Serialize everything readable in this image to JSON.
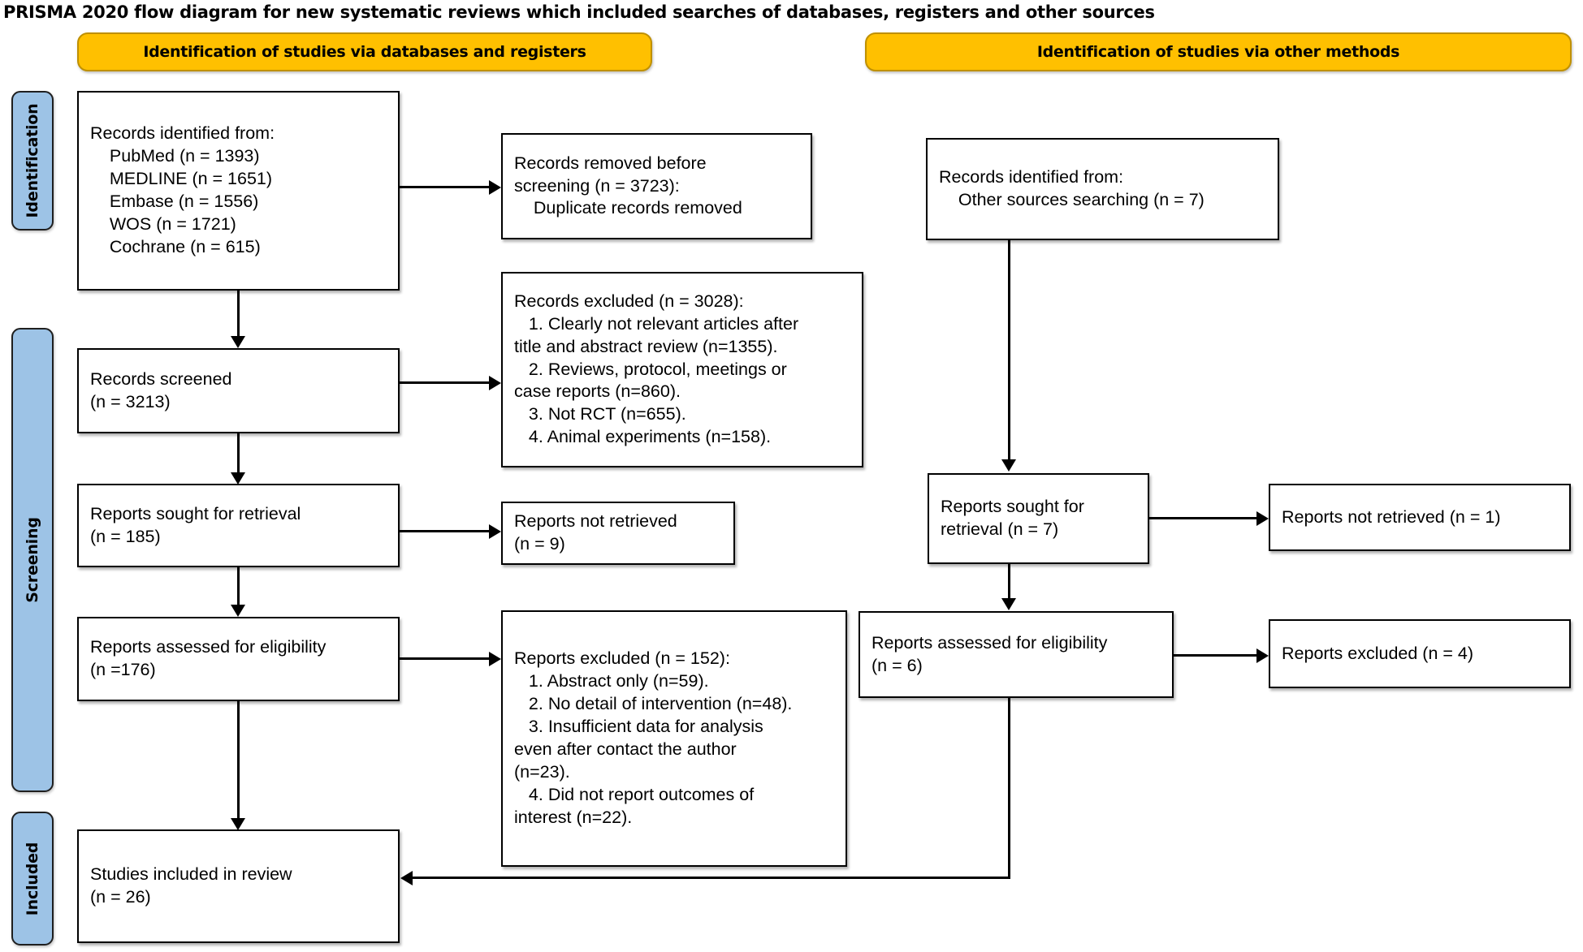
{
  "title": "PRISMA 2020 flow diagram for new systematic reviews which included searches of databases, registers and other sources",
  "colors": {
    "banner_fill": "#FFC000",
    "banner_border": "#BF9000",
    "stage_fill": "#9DC3E6",
    "stage_border": "#1F1F1F",
    "box_border": "#000000",
    "page_background": "#FFFFFF"
  },
  "banners": {
    "databases": "Identification of studies via databases and registers",
    "other_methods": "Identification of studies via other methods"
  },
  "stages": {
    "identification": "Identification",
    "screening": "Screening",
    "included": "Included"
  },
  "boxes": {
    "records_identified": "Records identified from:\n    PubMed (n = 1393)\n    MEDLINE (n = 1651)\n    Embase (n = 1556)\n    WOS (n = 1721)\n    Cochrane (n = 615)",
    "records_removed": "Records removed before\nscreening (n = 3723):\n    Duplicate records removed",
    "records_screened": "Records screened\n(n = 3213)",
    "records_excluded": "Records excluded (n = 3028):\n   1. Clearly not relevant articles after\ntitle and abstract review (n=1355).\n   2. Reviews, protocol, meetings or\ncase reports (n=860).\n   3. Not RCT (n=655).\n   4. Animal experiments (n=158).",
    "reports_sought": "Reports sought for retrieval\n(n = 185)",
    "reports_not_retrieved": "Reports not retrieved\n(n = 9)",
    "reports_assessed": "Reports assessed for eligibility\n(n =176)",
    "reports_excluded": "Reports excluded (n = 152):\n   1. Abstract only (n=59).\n   2. No detail of intervention (n=48).\n   3. Insufficient data for analysis\neven after contact the author\n(n=23).\n   4. Did not report outcomes of\ninterest (n=22).",
    "studies_included": "Studies included in review\n(n = 26)",
    "other_records_identified": "Records identified from:\n    Other sources searching (n = 7)",
    "other_reports_sought": "Reports sought for\nretrieval (n = 7)",
    "other_reports_not_retrieved": "Reports not retrieved (n = 1)",
    "other_reports_assessed": "Reports assessed for eligibility\n(n = 6)",
    "other_reports_excluded": "Reports excluded (n = 4)"
  },
  "chart_data": {
    "type": "diagram",
    "title": "PRISMA 2020 flow diagram for new systematic reviews which included searches of databases, registers and other sources",
    "nodes": [
      {
        "id": "records_identified",
        "stage": "Identification",
        "column": "databases",
        "counts": {
          "PubMed": 1393,
          "MEDLINE": 1651,
          "Embase": 1556,
          "WOS": 1721,
          "Cochrane": 615
        }
      },
      {
        "id": "records_removed",
        "stage": "Identification",
        "column": "databases",
        "n": 3723,
        "reason": "Duplicate records removed"
      },
      {
        "id": "records_screened",
        "stage": "Screening",
        "column": "databases",
        "n": 3213
      },
      {
        "id": "records_excluded",
        "stage": "Screening",
        "column": "databases",
        "n": 3028,
        "reasons": [
          {
            "label": "Clearly not relevant articles after title and abstract review",
            "n": 1355
          },
          {
            "label": "Reviews, protocol, meetings or case reports",
            "n": 860
          },
          {
            "label": "Not RCT",
            "n": 655
          },
          {
            "label": "Animal experiments",
            "n": 158
          }
        ]
      },
      {
        "id": "reports_sought",
        "stage": "Screening",
        "column": "databases",
        "n": 185
      },
      {
        "id": "reports_not_retrieved",
        "stage": "Screening",
        "column": "databases",
        "n": 9
      },
      {
        "id": "reports_assessed",
        "stage": "Screening",
        "column": "databases",
        "n": 176
      },
      {
        "id": "reports_excluded",
        "stage": "Screening",
        "column": "databases",
        "n": 152,
        "reasons": [
          {
            "label": "Abstract only",
            "n": 59
          },
          {
            "label": "No detail of intervention",
            "n": 48
          },
          {
            "label": "Insufficient data for analysis even after contact the author",
            "n": 23
          },
          {
            "label": "Did not report outcomes of interest",
            "n": 22
          }
        ]
      },
      {
        "id": "studies_included",
        "stage": "Included",
        "column": "databases",
        "n": 26
      },
      {
        "id": "other_records_identified",
        "stage": "Identification",
        "column": "other",
        "n": 7
      },
      {
        "id": "other_reports_sought",
        "stage": "Screening",
        "column": "other",
        "n": 7
      },
      {
        "id": "other_reports_not_retrieved",
        "stage": "Screening",
        "column": "other",
        "n": 1
      },
      {
        "id": "other_reports_assessed",
        "stage": "Screening",
        "column": "other",
        "n": 6
      },
      {
        "id": "other_reports_excluded",
        "stage": "Screening",
        "column": "other",
        "n": 4
      }
    ],
    "edges": [
      [
        "records_identified",
        "records_removed"
      ],
      [
        "records_identified",
        "records_screened"
      ],
      [
        "records_screened",
        "records_excluded"
      ],
      [
        "records_screened",
        "reports_sought"
      ],
      [
        "reports_sought",
        "reports_not_retrieved"
      ],
      [
        "reports_sought",
        "reports_assessed"
      ],
      [
        "reports_assessed",
        "reports_excluded"
      ],
      [
        "reports_assessed",
        "studies_included"
      ],
      [
        "other_records_identified",
        "other_reports_sought"
      ],
      [
        "other_reports_sought",
        "other_reports_not_retrieved"
      ],
      [
        "other_reports_sought",
        "other_reports_assessed"
      ],
      [
        "other_reports_assessed",
        "other_reports_excluded"
      ],
      [
        "other_reports_assessed",
        "studies_included"
      ]
    ]
  }
}
